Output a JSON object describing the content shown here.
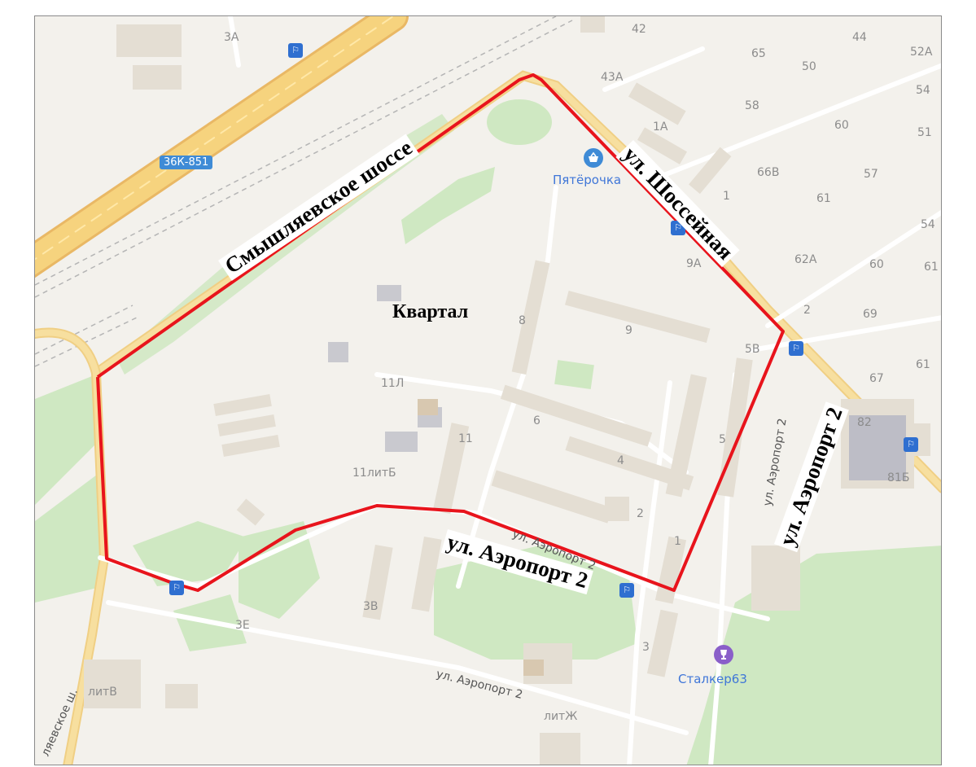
{
  "annotations": {
    "kvartal": "Квартал",
    "smyshlyaevskoe": "Смышляевское шоссе",
    "shosseynaya": "ул. Шоссейная",
    "aeroport2_east": "ул. Аэропорт 2",
    "aeroport2_south": "ул. Аэропорт 2"
  },
  "road_labels": {
    "aeroport2_lower": "ул. Аэропорт 2",
    "aeroport2_inner": "ул. Аэропорт 2",
    "aeroport2_vertical": "ул. Аэропорт 2",
    "smyshl_partial": "ляевское ш.",
    "route_shield": "36К-851"
  },
  "pois": {
    "pyaterochka": "Пятёрочка",
    "stalker": "Сталкер63"
  },
  "house_numbers": {
    "n3a": "3А",
    "n42": "42",
    "n44": "44",
    "n52a": "52А",
    "n65": "65",
    "n50": "50",
    "n43a": "43А",
    "n54a": "54",
    "n58": "58",
    "n60a": "60",
    "n51": "51",
    "n1a": "1А",
    "n66v": "66В",
    "n57": "57",
    "n61a": "61",
    "n1": "1",
    "n54b": "54",
    "n9a": "9А",
    "n62a": "62А",
    "n60b": "60",
    "n61b": "61",
    "n2a": "2",
    "n69": "69",
    "n8": "8",
    "n9": "9",
    "n5v": "5В",
    "n61c": "61",
    "n67": "67",
    "n11l": "11Л",
    "n6": "6",
    "n82": "82",
    "n11": "11",
    "n5": "5",
    "n81b": "81Б",
    "n4": "4",
    "n11litb": "11литБ",
    "n2b": "2",
    "n1b": "1",
    "n3v": "3В",
    "n3e": "3Е",
    "n3": "3",
    "nlitv": "литВ",
    "nlitzh": "литЖ"
  },
  "colors": {
    "boundary": "#e8141c",
    "highway": "#f6d37e",
    "green": "#cfe8c2",
    "bus_stop": "#2f6fd0"
  },
  "icons": {
    "bus_stop": "bus-stop-icon",
    "shop": "basket-icon",
    "trophy": "trophy-icon"
  }
}
